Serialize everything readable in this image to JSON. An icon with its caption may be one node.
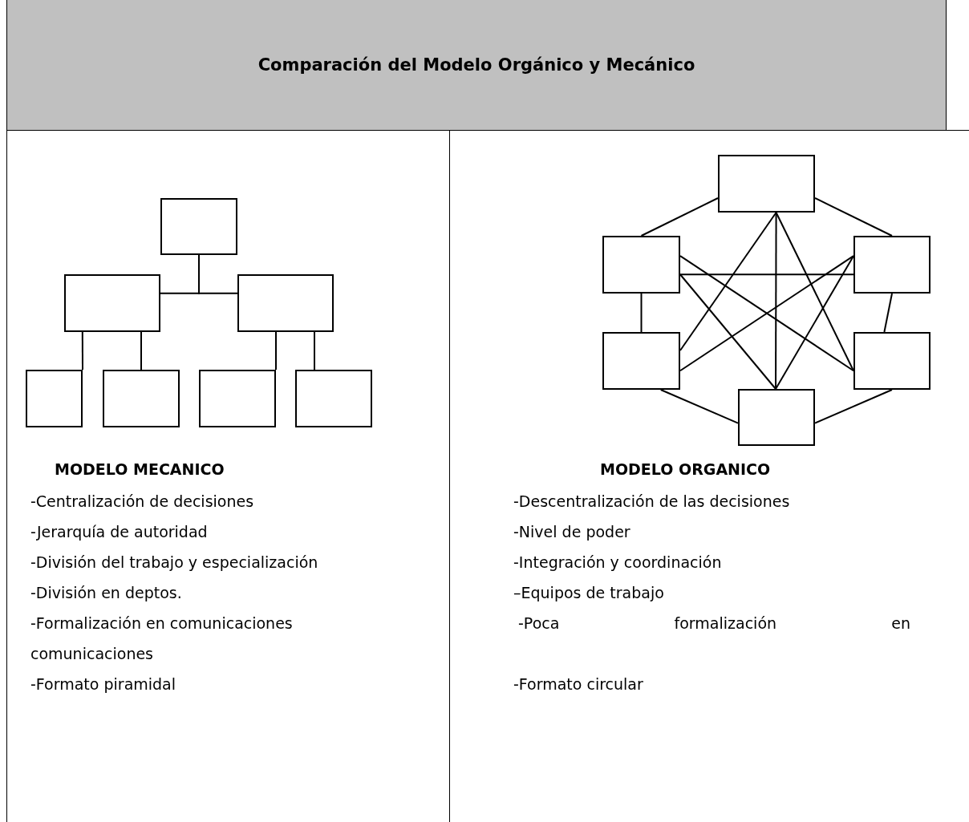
{
  "diagram": {
    "title": "Comparación del Modelo Orgánico y Mecánico",
    "nodes": [
      {
        "text": [],
        "shape": "box"
      },
      {
        "text": [],
        "shape": "box"
      },
      {
        "text": [],
        "shape": "box"
      },
      {
        "text": [],
        "shape": "box"
      },
      {
        "text": [],
        "shape": "box"
      },
      {
        "text": [],
        "shape": "box"
      },
      {
        "text": [],
        "shape": "box"
      },
      {
        "text": [],
        "shape": "box"
      },
      {
        "text": [],
        "shape": "box"
      },
      {
        "text": [],
        "shape": "box"
      },
      {
        "text": [],
        "shape": "box"
      },
      {
        "text": [],
        "shape": "box"
      },
      {
        "text": [],
        "shape": "box"
      }
    ],
    "edges": [
      {
        "from": 0,
        "to": 1,
        "arrow": "none"
      },
      {
        "from": 0,
        "to": 2,
        "arrow": "none"
      },
      {
        "from": 1,
        "to": 3,
        "arrow": "none"
      },
      {
        "from": 1,
        "to": 4,
        "arrow": "none"
      },
      {
        "from": 2,
        "to": 5,
        "arrow": "none"
      },
      {
        "from": 2,
        "to": 6,
        "arrow": "none"
      },
      {
        "from": 7,
        "to": 8,
        "arrow": "none"
      },
      {
        "from": 7,
        "to": 9,
        "arrow": "none"
      },
      {
        "from": 8,
        "to": 10,
        "arrow": "none"
      },
      {
        "from": 9,
        "to": 11,
        "arrow": "none"
      },
      {
        "from": 10,
        "to": 12,
        "arrow": "none"
      },
      {
        "from": 11,
        "to": 12,
        "arrow": "none"
      },
      {
        "from": 7,
        "to": 10,
        "arrow": "none"
      },
      {
        "from": 7,
        "to": 12,
        "arrow": "none"
      },
      {
        "from": 7,
        "to": 11,
        "arrow": "none"
      },
      {
        "from": 8,
        "to": 9,
        "arrow": "none"
      },
      {
        "from": 8,
        "to": 11,
        "arrow": "none"
      },
      {
        "from": 8,
        "to": 12,
        "arrow": "none"
      },
      {
        "from": 9,
        "to": 10,
        "arrow": "none"
      },
      {
        "from": 9,
        "to": 12,
        "arrow": "none"
      }
    ],
    "labels": [
      "MODELO MECANICO",
      "MODELO ORGANICO",
      "-Centralización de decisiones",
      "-Descentralización de las decisiones",
      "-Jerarquía de autoridad",
      "-Nivel de poder",
      "-División del trabajo y especialización",
      "-Integración y coordinación",
      "-División en deptos.",
      "–Equipos de trabajo",
      "-Formalización en comunicaciones comunicaciones",
      "-Poca formalización en",
      "-Formato piramidal",
      "-Formato circular"
    ]
  }
}
